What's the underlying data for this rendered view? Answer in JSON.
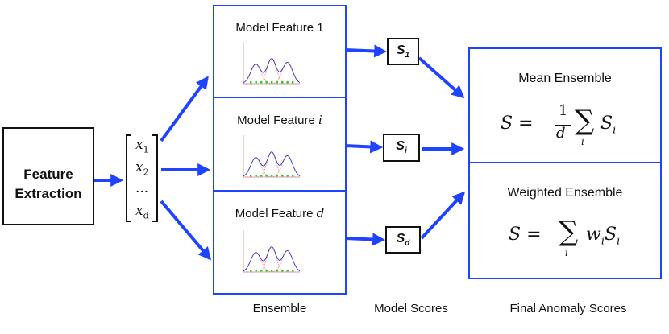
{
  "feature_extraction": {
    "line1": "Feature",
    "line2": "Extraction"
  },
  "vector": {
    "items": [
      "x",
      "x",
      "...",
      "x"
    ],
    "subs": [
      "1",
      "2",
      "",
      "d"
    ]
  },
  "models": [
    {
      "prefix": "Model Feature",
      "index": "1"
    },
    {
      "prefix": "Model Feature",
      "index": "i"
    },
    {
      "prefix": "Model Feature",
      "index": "d"
    }
  ],
  "scores": [
    {
      "symbol": "S",
      "sub": "1"
    },
    {
      "symbol": "S",
      "sub": "i"
    },
    {
      "symbol": "S",
      "sub": "d"
    }
  ],
  "mean_ensemble": {
    "title": "Mean Ensemble",
    "lhs": "S =",
    "numerator": "1",
    "denominator": "d",
    "sum_index": "i",
    "term": "S",
    "term_sub": "i"
  },
  "weighted_ensemble": {
    "title": "Weighted Ensemble",
    "lhs": "S =",
    "sum_index": "i",
    "weight": "w",
    "weight_sub": "i",
    "term": "S",
    "term_sub": "i"
  },
  "bottom_labels": {
    "ensemble": "Ensemble",
    "model_scores": "Model Scores",
    "final": "Final Anomaly Scores"
  },
  "colors": {
    "arrow": "#1f44ff",
    "box": "#1f44ff",
    "gaussian_main": "#3333cc",
    "gaussian_sub": "#e87a7a",
    "marker": "#22cc22"
  }
}
